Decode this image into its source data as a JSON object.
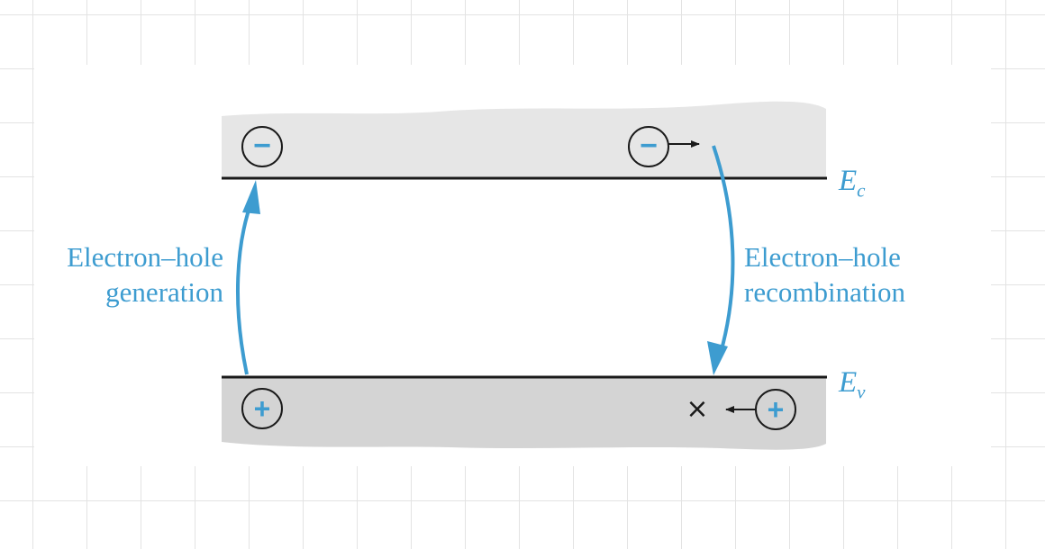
{
  "labels": {
    "generation": [
      "Electron–hole",
      "generation"
    ],
    "recombination": [
      "Electron–hole",
      "recombination"
    ],
    "conduction_band_edge": {
      "symbol": "E",
      "subscript": "c"
    },
    "valence_band_edge": {
      "symbol": "E",
      "subscript": "v"
    },
    "electron_sign": "−",
    "hole_sign": "+",
    "vacant_state": "×"
  },
  "colors": {
    "accent": "#3d9cd0",
    "conduction_band_fill": "#e6e6e6",
    "valence_band_fill": "#d4d4d4",
    "band_edge_line": "#1a1a1a",
    "grid": "#e3e3e3"
  }
}
